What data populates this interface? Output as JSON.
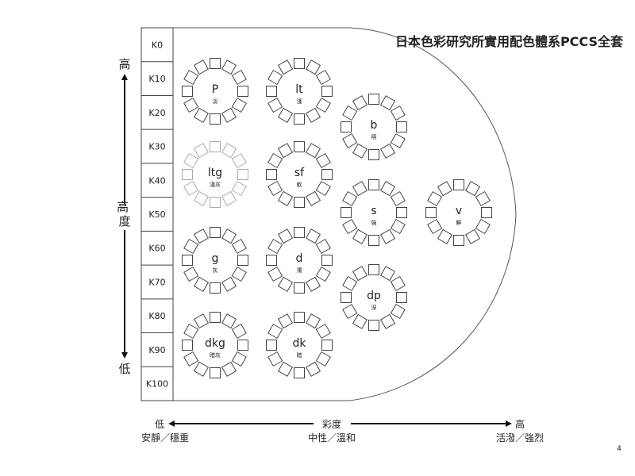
{
  "title": "日本色彩研究所實用配色體系PCCS全套",
  "page_number": "4",
  "scale": [
    "K0",
    "K10",
    "K20",
    "K30",
    "K40",
    "K50",
    "K60",
    "K70",
    "K80",
    "K90",
    "K100"
  ],
  "y_axis": {
    "high": "高",
    "label": "高度",
    "low": "低"
  },
  "x_axis": {
    "low": "低",
    "label": "彩度",
    "high": "高",
    "desc_left": "安靜／穩重",
    "desc_mid": "中性／溫和",
    "desc_right": "活潑／強烈"
  },
  "tones": [
    {
      "key": "p",
      "code": "P",
      "name": "淡"
    },
    {
      "key": "lt",
      "code": "lt",
      "name": "淺"
    },
    {
      "key": "b",
      "code": "b",
      "name": "明"
    },
    {
      "key": "ltg",
      "code": "ltg",
      "name": "淺灰"
    },
    {
      "key": "sf",
      "code": "sf",
      "name": "軟"
    },
    {
      "key": "s",
      "code": "s",
      "name": "強"
    },
    {
      "key": "v",
      "code": "v",
      "name": "鮮"
    },
    {
      "key": "g",
      "code": "g",
      "name": "灰"
    },
    {
      "key": "d",
      "code": "d",
      "name": "濁"
    },
    {
      "key": "dp",
      "code": "dp",
      "name": "深"
    },
    {
      "key": "dkg",
      "code": "dkg",
      "name": "暗灰"
    },
    {
      "key": "dk",
      "code": "dk",
      "name": "暗"
    }
  ]
}
